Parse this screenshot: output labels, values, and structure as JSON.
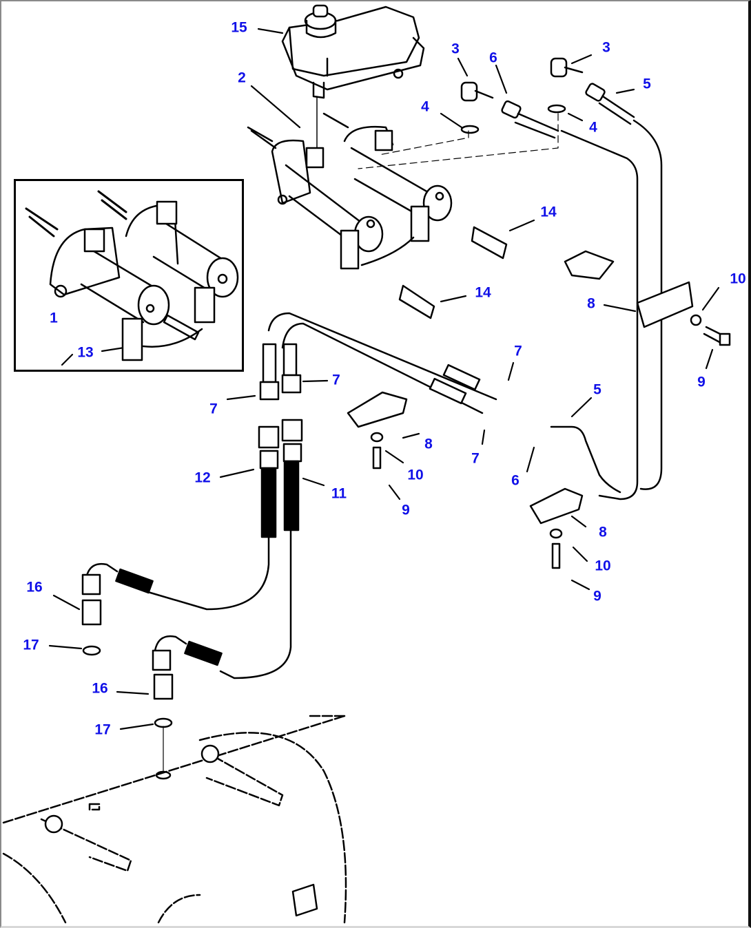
{
  "diagram": {
    "type": "exploded parts diagram",
    "subject": "brake master cylinder, reservoir, brake lines and fittings",
    "inset_callouts": [
      "1",
      "13"
    ],
    "callouts": [
      {
        "id": "c15",
        "label": "15",
        "part": "reservoir"
      },
      {
        "id": "c2",
        "label": "2",
        "part": "master cylinder"
      },
      {
        "id": "c3a",
        "label": "3",
        "part": "elbow fitting"
      },
      {
        "id": "c3b",
        "label": "3",
        "part": "elbow fitting"
      },
      {
        "id": "c6a",
        "label": "6",
        "part": "tube"
      },
      {
        "id": "c5a",
        "label": "5",
        "part": "tube"
      },
      {
        "id": "c4a",
        "label": "4",
        "part": "seal washer"
      },
      {
        "id": "c4b",
        "label": "4",
        "part": "seal washer"
      },
      {
        "id": "c14a",
        "label": "14",
        "part": "switch"
      },
      {
        "id": "c14b",
        "label": "14",
        "part": "switch"
      },
      {
        "id": "c1",
        "label": "1",
        "part": "master cylinder (inset)"
      },
      {
        "id": "c13",
        "label": "13",
        "part": "switch (inset)"
      },
      {
        "id": "c10a",
        "label": "10",
        "part": "washer"
      },
      {
        "id": "c8a",
        "label": "8",
        "part": "clamp"
      },
      {
        "id": "c9a",
        "label": "9",
        "part": "bolt"
      },
      {
        "id": "c7a",
        "label": "7",
        "part": "connector"
      },
      {
        "id": "c7b",
        "label": "7",
        "part": "connector"
      },
      {
        "id": "c7c",
        "label": "7",
        "part": "connector"
      },
      {
        "id": "c7d",
        "label": "7",
        "part": "connector"
      },
      {
        "id": "c5b",
        "label": "5",
        "part": "tube"
      },
      {
        "id": "c6b",
        "label": "6",
        "part": "tube"
      },
      {
        "id": "c8b",
        "label": "8",
        "part": "clamp"
      },
      {
        "id": "c10b",
        "label": "10",
        "part": "washer"
      },
      {
        "id": "c9b",
        "label": "9",
        "part": "bolt"
      },
      {
        "id": "c12",
        "label": "12",
        "part": "hose"
      },
      {
        "id": "c11",
        "label": "11",
        "part": "hose"
      },
      {
        "id": "c8c",
        "label": "8",
        "part": "clamp"
      },
      {
        "id": "c10c",
        "label": "10",
        "part": "washer"
      },
      {
        "id": "c9c",
        "label": "9",
        "part": "bolt"
      },
      {
        "id": "c16a",
        "label": "16",
        "part": "adapter"
      },
      {
        "id": "c17a",
        "label": "17",
        "part": "seal washer"
      },
      {
        "id": "c16b",
        "label": "16",
        "part": "adapter"
      },
      {
        "id": "c17b",
        "label": "17",
        "part": "seal washer"
      }
    ],
    "colors": {
      "callout": "#1010e8",
      "linework": "#000000",
      "background": "#ffffff"
    }
  }
}
